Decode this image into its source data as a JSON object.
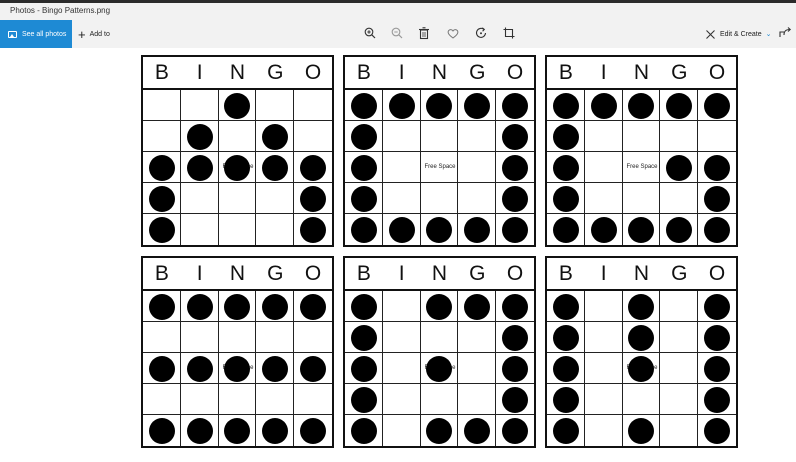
{
  "window": {
    "title": "Photos - Bingo Patterns.png"
  },
  "toolbar": {
    "see_all_label": "See all photos",
    "add_to_label": "Add to",
    "edit_create_label": "Edit & Create",
    "icons": [
      "zoom-in-icon",
      "zoom-out-icon",
      "delete-icon",
      "favorite-icon",
      "rotate-icon",
      "crop-icon",
      "share-icon"
    ]
  },
  "bingo": {
    "header_letters": [
      "B",
      "I",
      "N",
      "G",
      "O"
    ],
    "free_space_label": "Free Space",
    "cards": [
      {
        "marked": [
          [
            0,
            0,
            1,
            0,
            0
          ],
          [
            0,
            1,
            0,
            1,
            0
          ],
          [
            1,
            1,
            1,
            1,
            1
          ],
          [
            1,
            0,
            0,
            0,
            1
          ],
          [
            1,
            0,
            0,
            0,
            1
          ]
        ]
      },
      {
        "marked": [
          [
            1,
            1,
            1,
            1,
            1
          ],
          [
            1,
            0,
            0,
            0,
            1
          ],
          [
            1,
            0,
            0,
            0,
            1
          ],
          [
            1,
            0,
            0,
            0,
            1
          ],
          [
            1,
            1,
            1,
            1,
            1
          ]
        ]
      },
      {
        "marked": [
          [
            1,
            1,
            1,
            1,
            1
          ],
          [
            1,
            0,
            0,
            0,
            0
          ],
          [
            1,
            0,
            0,
            1,
            1
          ],
          [
            1,
            0,
            0,
            0,
            1
          ],
          [
            1,
            1,
            1,
            1,
            1
          ]
        ]
      },
      {
        "marked": [
          [
            1,
            1,
            1,
            1,
            1
          ],
          [
            0,
            0,
            0,
            0,
            0
          ],
          [
            1,
            1,
            1,
            1,
            1
          ],
          [
            0,
            0,
            0,
            0,
            0
          ],
          [
            1,
            1,
            1,
            1,
            1
          ]
        ]
      },
      {
        "marked": [
          [
            1,
            0,
            1,
            1,
            1
          ],
          [
            1,
            0,
            0,
            0,
            1
          ],
          [
            1,
            0,
            1,
            0,
            1
          ],
          [
            1,
            0,
            0,
            0,
            1
          ],
          [
            1,
            0,
            1,
            1,
            1
          ]
        ]
      },
      {
        "marked": [
          [
            1,
            0,
            1,
            0,
            1
          ],
          [
            1,
            0,
            1,
            0,
            1
          ],
          [
            1,
            0,
            1,
            0,
            1
          ],
          [
            1,
            0,
            0,
            0,
            1
          ],
          [
            1,
            0,
            1,
            0,
            1
          ]
        ]
      }
    ]
  }
}
